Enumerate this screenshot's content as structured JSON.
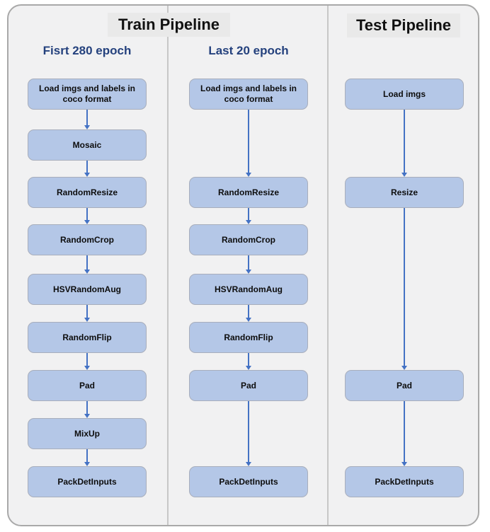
{
  "train": {
    "title": "Train Pipeline",
    "columns": [
      {
        "subtitle": "Fisrt 280 epoch",
        "nodes": [
          "Load imgs and labels in coco format",
          "Mosaic",
          "RandomResize",
          "RandomCrop",
          "HSVRandomAug",
          "RandomFlip",
          "Pad",
          "MixUp",
          "PackDetInputs"
        ]
      },
      {
        "subtitle": "Last 20 epoch",
        "nodes": [
          "Load imgs and labels in coco format",
          "RandomResize",
          "RandomCrop",
          "HSVRandomAug",
          "RandomFlip",
          "Pad",
          "PackDetInputs"
        ]
      }
    ]
  },
  "test": {
    "title": "Test Pipeline",
    "nodes": [
      "Load imgs",
      "Resize",
      "Pad",
      "PackDetInputs"
    ]
  },
  "colors": {
    "node_fill": "#b4c7e7",
    "node_border": "#a8aebc",
    "arrow": "#4472c4",
    "subtitle_text": "#24417d",
    "title_bg": "#e9e9e9",
    "frame_bg": "#f1f1f2",
    "frame_border": "#a9a9a9",
    "divider": "#c7c7c7"
  }
}
